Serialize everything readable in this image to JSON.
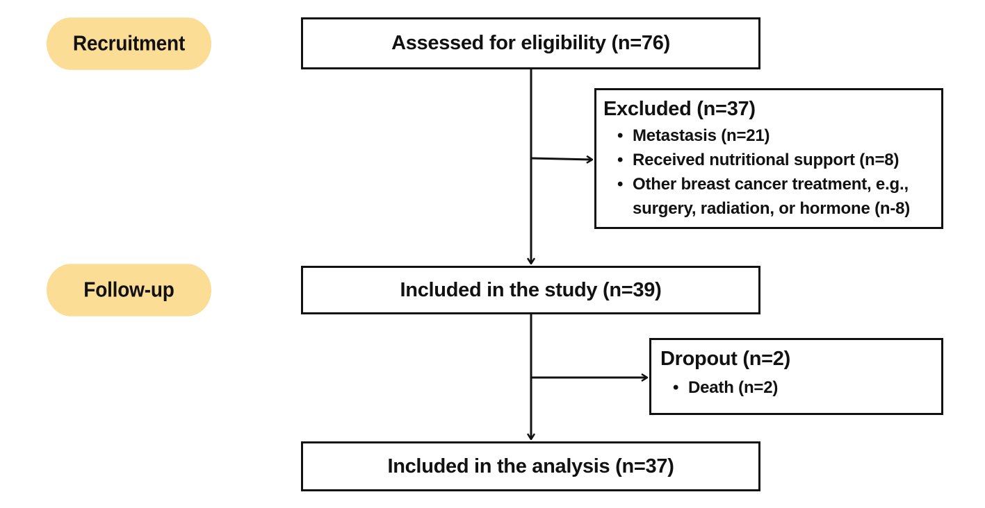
{
  "stages": {
    "recruitment": "Recruitment",
    "follow_up": "Follow-up"
  },
  "boxes": {
    "assessed": "Assessed for eligibility (n=76)",
    "included_study": "Included in the study (n=39)",
    "included_analysis": "Included in the analysis (n=37)"
  },
  "excluded": {
    "title": "Excluded (n=37)",
    "items": [
      {
        "line1": "Metastasis (n=21)"
      },
      {
        "line1": "Received nutritional support (n=8)"
      },
      {
        "line1": "Other breast cancer treatment, e.g.,",
        "line2": "surgery, radiation, or hormone (n-8)"
      }
    ]
  },
  "dropout": {
    "title": "Dropout (n=2)",
    "items": [
      {
        "line1": "Death (n=2)"
      }
    ]
  },
  "bullet_glyph": "•",
  "colors": {
    "stage_fill": "#fcdd95",
    "line": "#111111"
  }
}
